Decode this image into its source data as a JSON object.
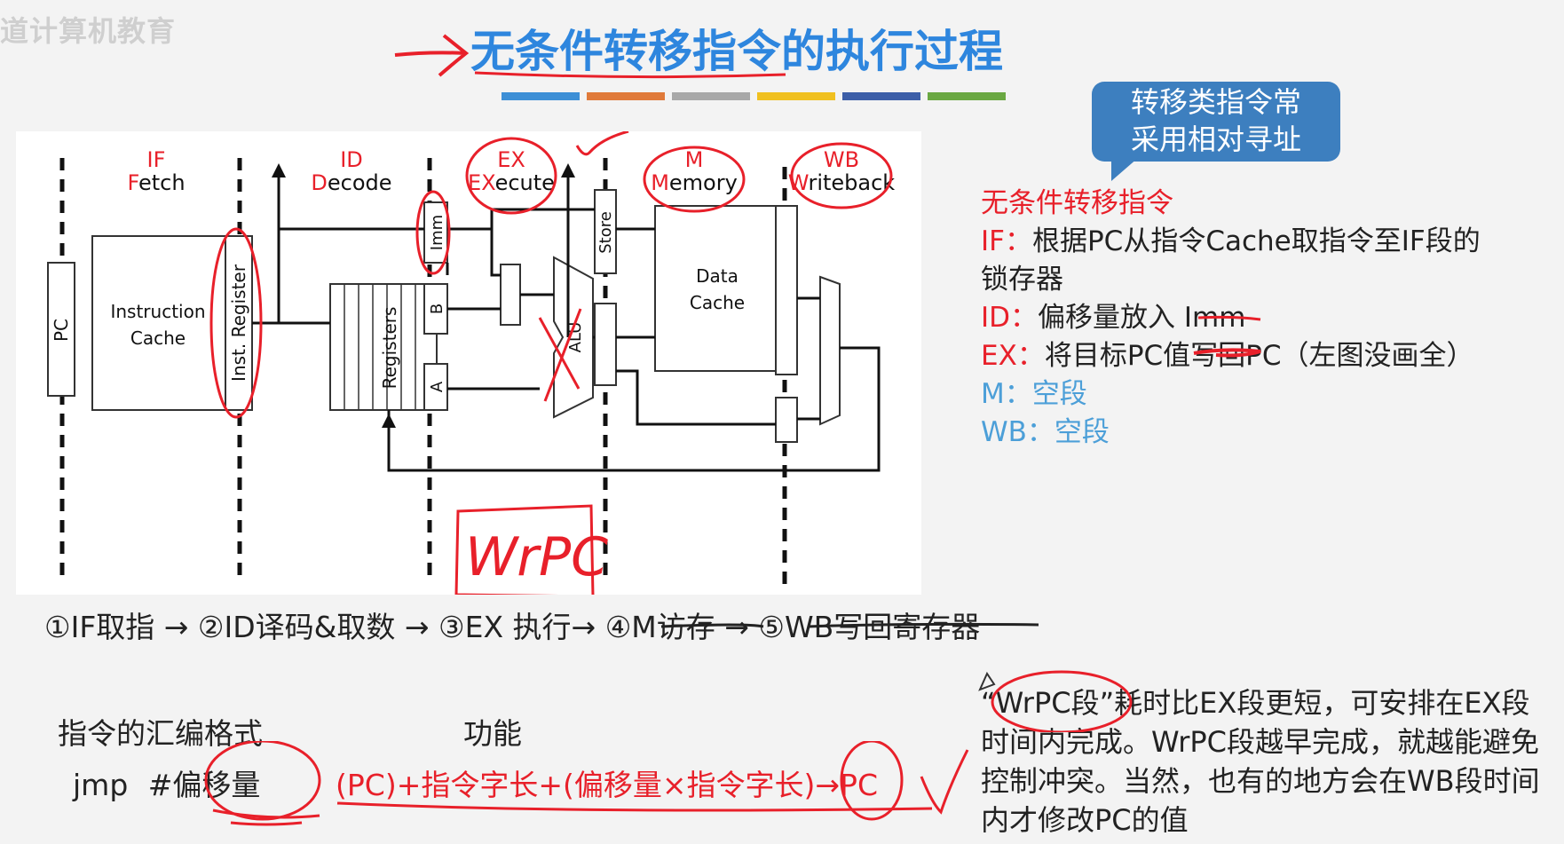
{
  "watermark": "道计算机教育",
  "title": "无条件转移指令的执行过程",
  "title_bar_colors": [
    "#3d8fd6",
    "#e07a3a",
    "#a8a8a8",
    "#f0c020",
    "#3c5ea8",
    "#6aa842"
  ],
  "callout": {
    "line1": "转移类指令常",
    "line2": "采用相对寻址"
  },
  "stages": [
    {
      "abbr": "IF",
      "cap": "F",
      "rest": "etch"
    },
    {
      "abbr": "ID",
      "cap": "D",
      "rest": "ecode"
    },
    {
      "abbr": "EX",
      "cap": "EX",
      "rest": "ecute"
    },
    {
      "abbr": "M",
      "cap": "M",
      "rest": "emory"
    },
    {
      "abbr": "WB",
      "cap": "W",
      "rest": "riteback"
    }
  ],
  "diagram": {
    "pc": "PC",
    "icache_1": "Instruction",
    "icache_2": "Cache",
    "inst_reg": "Inst. Register",
    "imm": "Imm",
    "b": "B",
    "a": "A",
    "registers": "Registers",
    "alu": "ALU",
    "store": "Store",
    "dcache_1": "Data",
    "dcache_2": "Cache",
    "wrpc": "WrPC"
  },
  "notes": {
    "heading": "无条件转移指令",
    "if_label": "IF：",
    "if_text": "根据PC从指令Cache取指令至IF段的",
    "if_text2": "锁存器",
    "id_label": "ID：",
    "id_text": "偏移量放入 Imm",
    "ex_label": "EX：",
    "ex_text": "将目标PC值写回PC（左图没画全）",
    "m_label": "M：",
    "m_text": "空段",
    "wb_label": "WB：",
    "wb_text": "空段"
  },
  "steps": "①IF取指 → ②ID译码&取数 → ③EX 执行→ ④M访存 → ⑤WB写回寄存器",
  "format_heading": "指令的汇编格式",
  "function_heading": "功能",
  "asm_op": "jmp",
  "asm_arg": "#偏移量",
  "function_text": "(PC)+指令字长+(偏移量×指令字长)→PC",
  "remark": {
    "quote_open": "“",
    "term": "WrPC段",
    "quote_close": "”",
    "rest": "耗时比EX段更短，可安排在EX段时间内完成。WrPC段越早完成，就越能避免控制冲突。当然，也有的地方会在WB段时间内才修改PC的值"
  },
  "colors": {
    "accent_red": "#e8202a",
    "title_blue": "#2e86de",
    "note_blue": "#4c9fd8",
    "callout_blue": "#3d7fbf"
  }
}
